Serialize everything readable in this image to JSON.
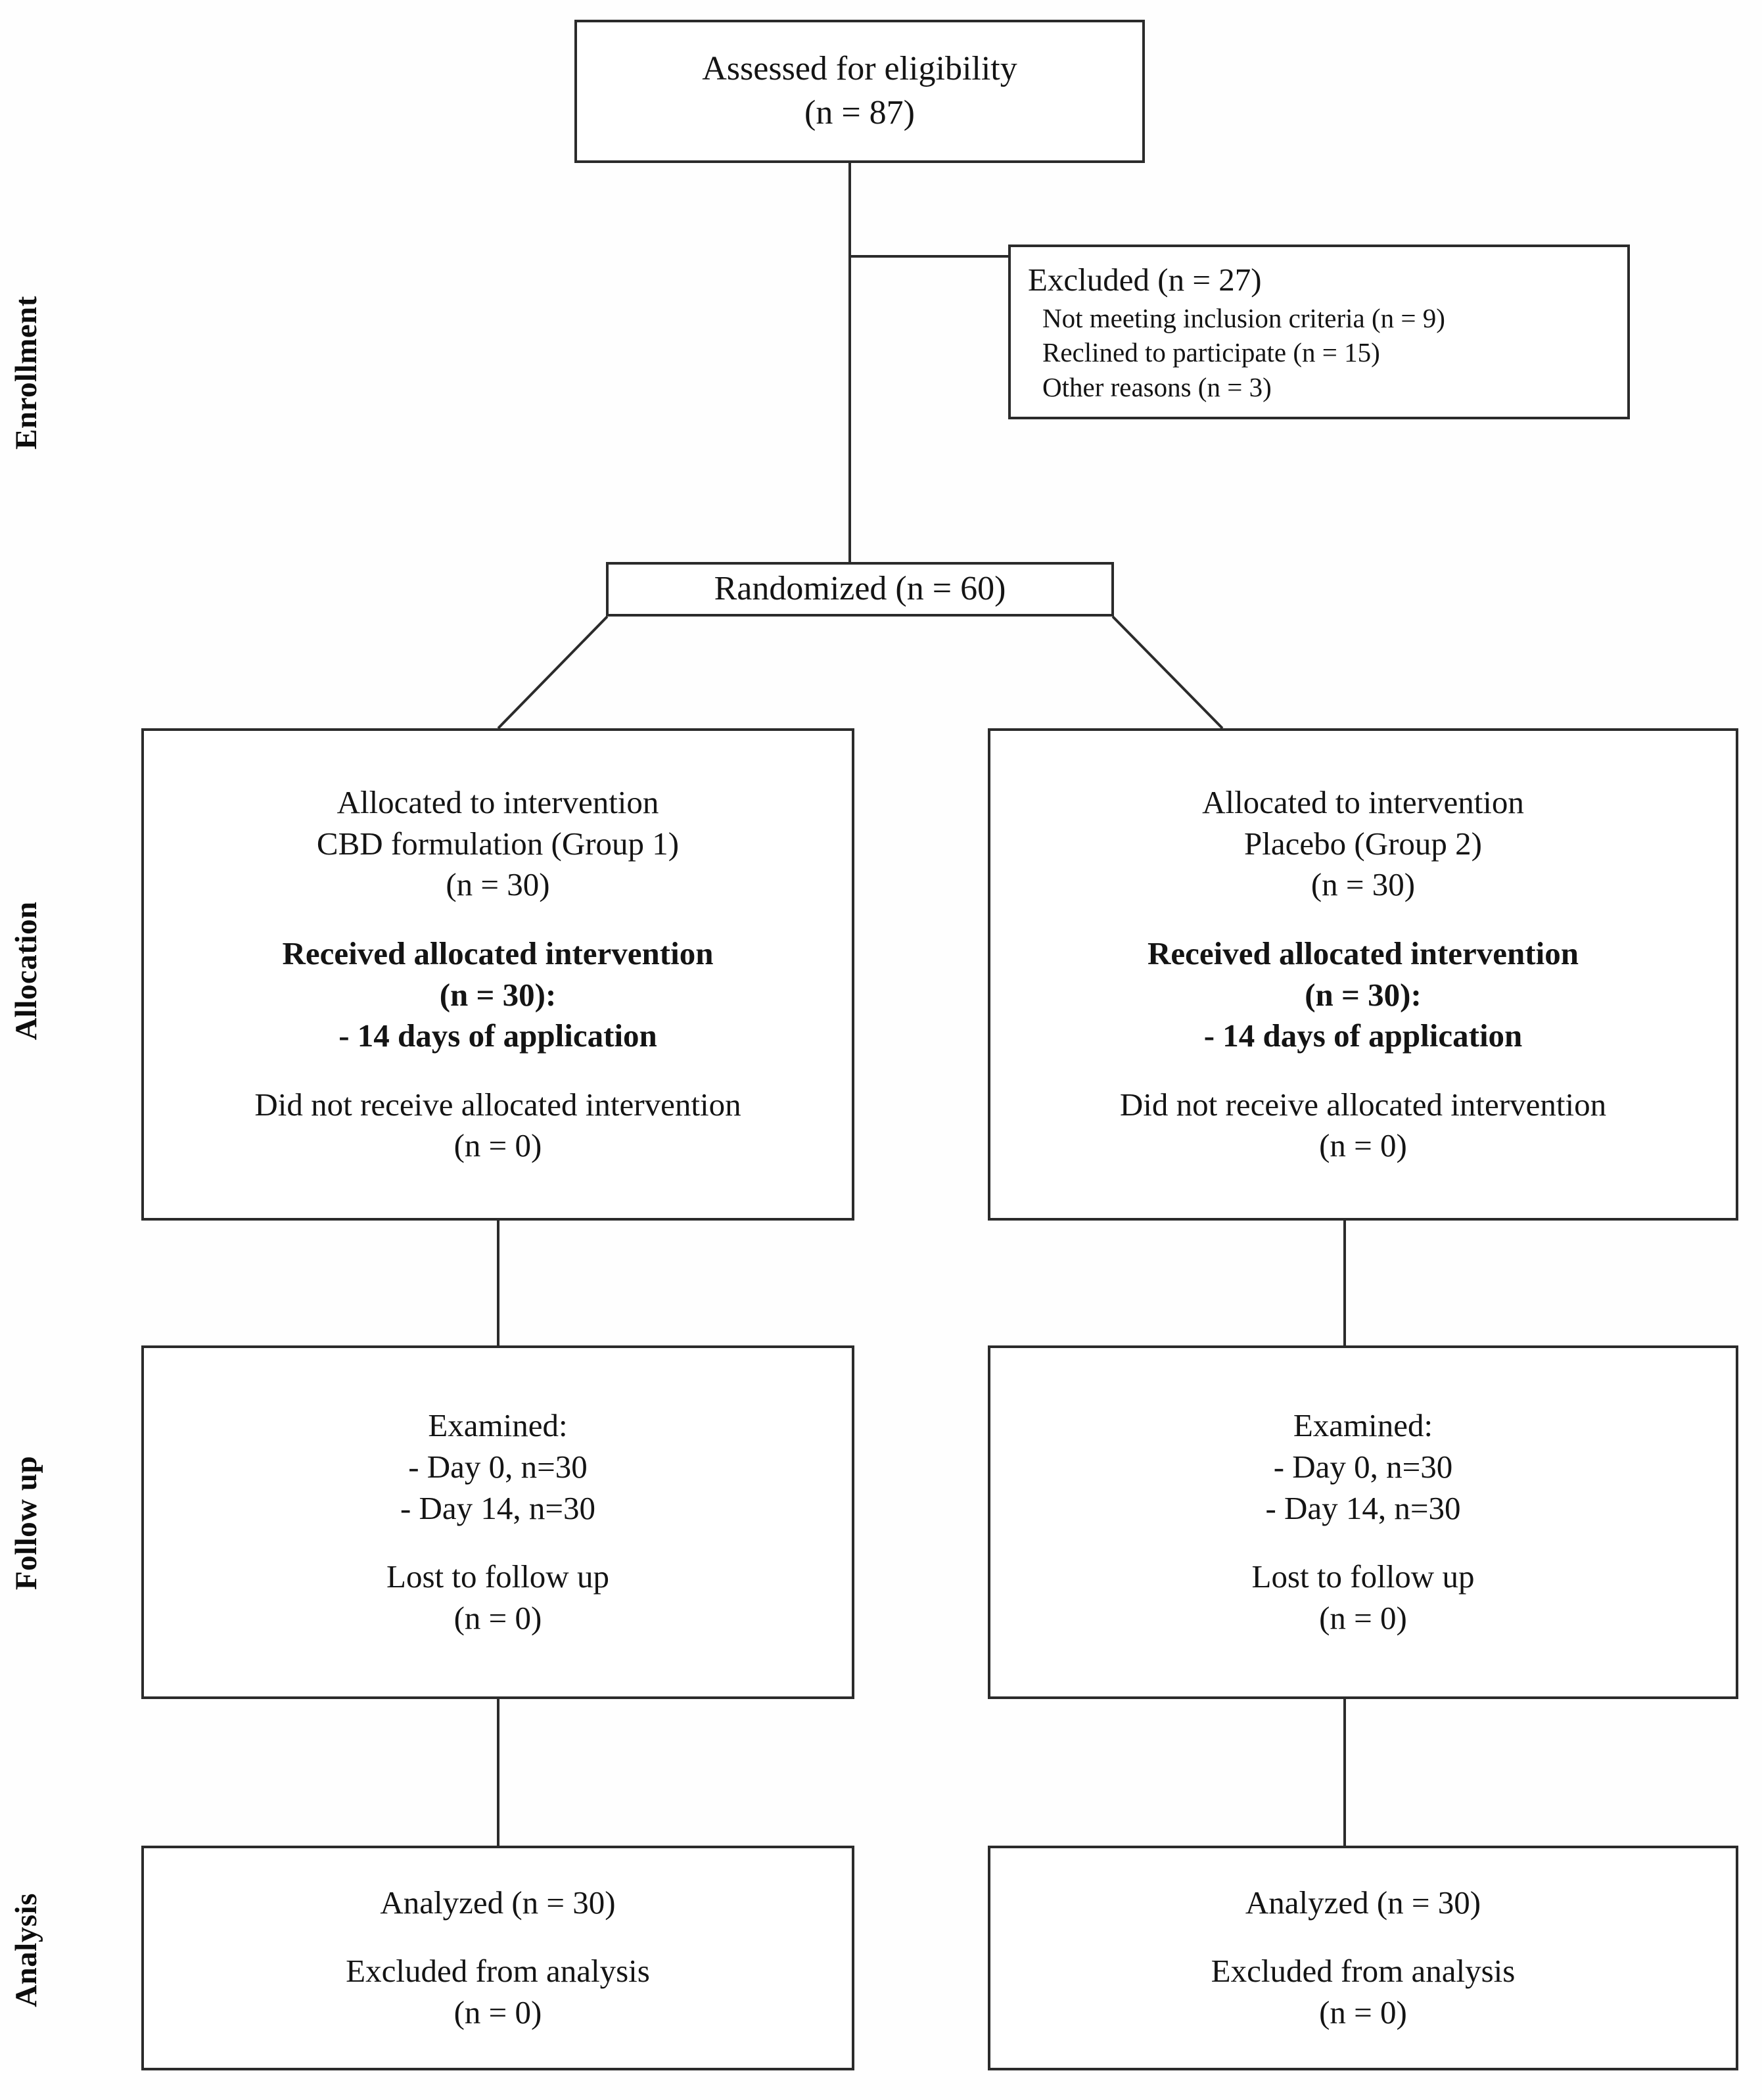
{
  "diagram": {
    "type": "consort-flow-diagram",
    "stages": [
      {
        "id": "enrollment",
        "label": "Enrollment"
      },
      {
        "id": "allocation",
        "label": "Allocation"
      },
      {
        "id": "followup",
        "label": "Follow up"
      },
      {
        "id": "analysis",
        "label": "Analysis"
      }
    ],
    "boxes": {
      "eligibility": {
        "lines": [
          "Assessed for eligibility",
          "(n = 87)"
        ]
      },
      "excluded": {
        "heading": "Excluded (n = 27)",
        "reasons": [
          "Not meeting inclusion criteria (n = 9)",
          "Reclined to participate (n = 15)",
          "Other reasons (n = 3)"
        ]
      },
      "randomized": {
        "lines": [
          "Randomized (n = 60)"
        ]
      },
      "alloc_left": {
        "allocated": [
          "Allocated to intervention",
          "CBD formulation  (Group 1)",
          "(n = 30)"
        ],
        "received": [
          "Received allocated intervention",
          "(n = 30):",
          "- 14 days of application"
        ],
        "not_received": [
          "Did not receive allocated intervention",
          "(n = 0)"
        ]
      },
      "alloc_right": {
        "allocated": [
          "Allocated to intervention",
          "Placebo (Group 2)",
          "(n = 30)"
        ],
        "received": [
          "Received allocated intervention",
          "(n = 30):",
          "- 14 days of application"
        ],
        "not_received": [
          "Did not receive allocated intervention",
          "(n = 0)"
        ]
      },
      "follow_left": {
        "examined": [
          "Examined:",
          "- Day 0, n=30",
          "- Day 14, n=30"
        ],
        "lost": [
          "Lost to follow up",
          "(n = 0)"
        ]
      },
      "follow_right": {
        "examined": [
          "Examined:",
          "- Day 0, n=30",
          "- Day 14, n=30"
        ],
        "lost": [
          "Lost to follow up",
          "(n = 0)"
        ]
      },
      "analysis_left": {
        "analyzed": [
          "Analyzed (n = 30)"
        ],
        "excluded": [
          "Excluded from analysis",
          "(n = 0)"
        ]
      },
      "analysis_right": {
        "analyzed": [
          "Analyzed (n = 30)"
        ],
        "excluded": [
          "Excluded from analysis",
          "(n = 0)"
        ]
      }
    },
    "colors": {
      "line": "#2b2b2b",
      "text": "#141414",
      "background": "#ffffff"
    }
  }
}
